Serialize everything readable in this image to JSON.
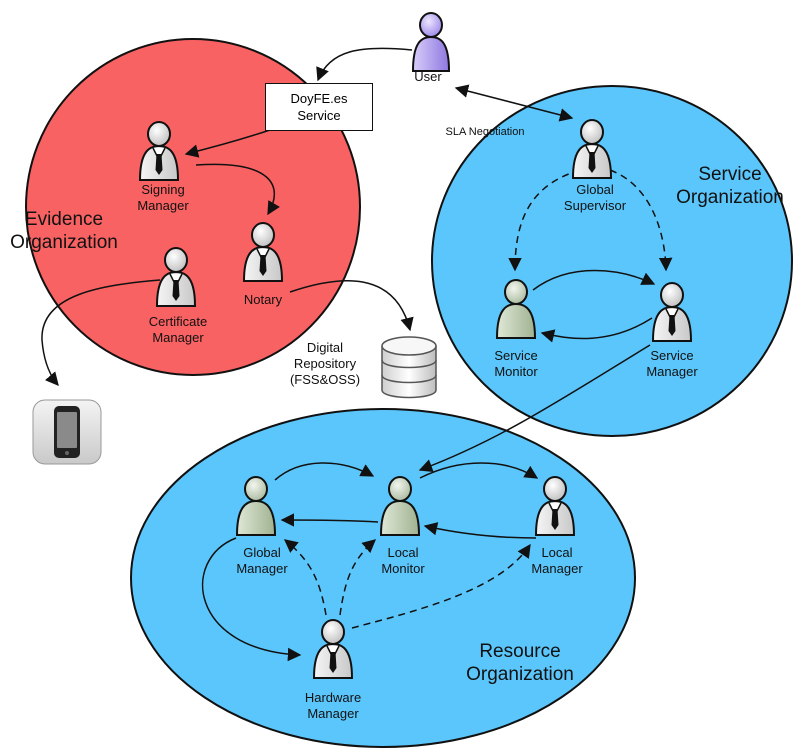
{
  "organizations": {
    "evidence": {
      "line1": "Evidence",
      "line2": "Organization",
      "color": "#f96263"
    },
    "service": {
      "line1": "Service",
      "line2": "Organization",
      "color": "#5bc6fb"
    },
    "resource": {
      "line1": "Resource",
      "line2": "Organization",
      "color": "#5bc6fb"
    }
  },
  "service_box": {
    "line1": "DoyFE.es",
    "line2": "Service"
  },
  "user": {
    "label": "User",
    "color": "#b8a8f0"
  },
  "sla_label": "SLA Negotiation",
  "agents": {
    "signing_manager": {
      "line1": "Signing",
      "line2": "Manager"
    },
    "notary": {
      "line1": "Notary"
    },
    "certificate_manager": {
      "line1": "Certificate",
      "line2": "Manager"
    },
    "global_supervisor": {
      "line1": "Global",
      "line2": "Supervisor"
    },
    "service_monitor": {
      "line1": "Service",
      "line2": "Monitor"
    },
    "service_manager": {
      "line1": "Service",
      "line2": "Manager"
    },
    "global_manager": {
      "line1": "Global",
      "line2": "Manager"
    },
    "local_monitor": {
      "line1": "Local",
      "line2": "Monitor"
    },
    "local_manager": {
      "line1": "Local",
      "line2": "Manager"
    },
    "hardware_manager": {
      "line1": "Hardware",
      "line2": "Manager"
    }
  },
  "repository": {
    "line1": "Digital",
    "line2": "Repository",
    "line3": "(FSS&OSS)"
  },
  "icons": [
    "user-icon",
    "manager-agent-icon",
    "monitor-agent-icon",
    "database-icon",
    "phone-icon"
  ]
}
